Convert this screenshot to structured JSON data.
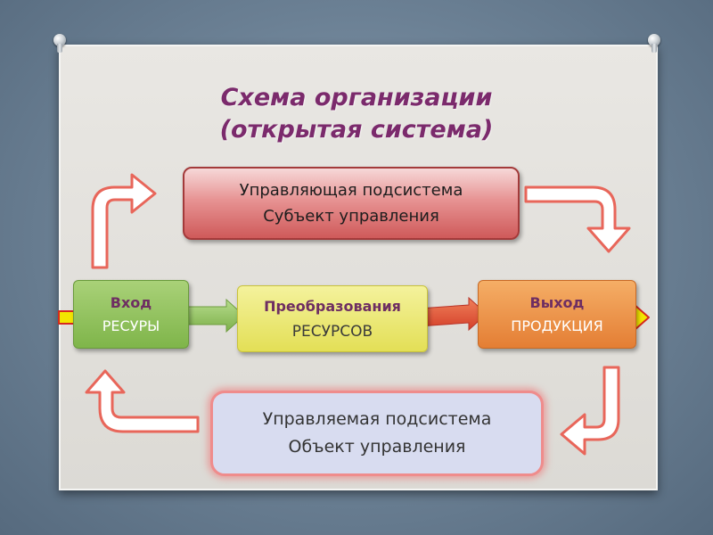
{
  "slide": {
    "title_line1": "Схема организации",
    "title_line2": "(открытая система)"
  },
  "boxes": {
    "control": {
      "line1": "Управляющая подсистема",
      "line2": "Субъект управления"
    },
    "input": {
      "line1": "Вход",
      "line2": "РЕСУРЫ"
    },
    "transform": {
      "line1": "Преобразования",
      "line2": "РЕСУРСОВ"
    },
    "output": {
      "line1": "Выход",
      "line2": "ПРОДУКЦИЯ"
    },
    "managed": {
      "line1": "Управляемая  подсистема",
      "line2": "Объект управления"
    }
  },
  "colors": {
    "title": "#7b2a6c",
    "control_fill": "#e79393",
    "input_fill": "#7fb54a",
    "transform_fill": "#e3df56",
    "output_fill": "#e47e34",
    "managed_fill": "#d8dcf0",
    "loop_arrow": "#e8665a",
    "io_arrow": "#f3e500"
  }
}
